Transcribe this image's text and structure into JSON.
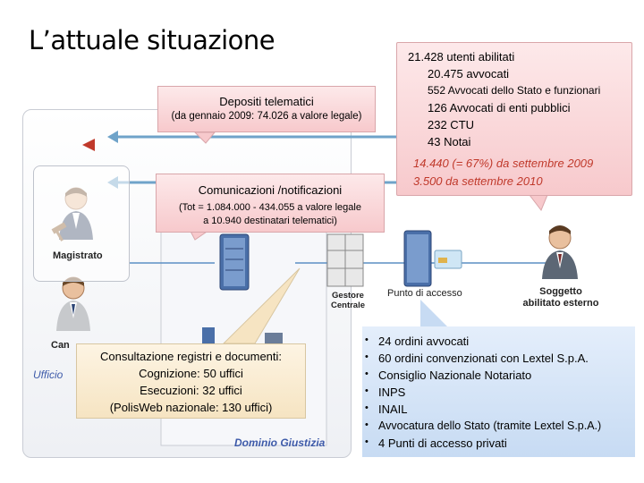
{
  "slide": {
    "title": "L’attuale situazione"
  },
  "domain": {
    "label": "Dominio Giustizia",
    "ufficio_label": "Ufficio"
  },
  "users": {
    "magistrato": "Magistrato",
    "cancelleria": "Can"
  },
  "depositi": {
    "line1": "Depositi telematici",
    "line2": "(da gennaio 2009: 74.026 a valore legale)"
  },
  "comunicazioni": {
    "line1": "Comunicazioni /notificazioni",
    "line2": "(Tot = 1.084.000 - 434.055 a valore legale",
    "line3": "a 10.940 destinatari telematici)"
  },
  "utenti": {
    "total": "21.428  utenti abilitati",
    "lines": [
      "20.475 avvocati",
      "552 Avvocati dello Stato e funzionari",
      "126 Avvocati di enti pubblici",
      "232 CTU",
      "43 Notai"
    ],
    "red1": "14.440  (= 67%) da settembre 2009",
    "red2": "3.500  da settembre 2010"
  },
  "consultazione": {
    "line1": "Consultazione registri e documenti:",
    "line2": "Cognizione: 50 uffici",
    "line3": "Esecuzioni: 32 uffici",
    "line4": "(PolisWeb nazionale: 130 uffici)"
  },
  "network": {
    "gestore_line1": "Gestore",
    "gestore_line2": "Centrale",
    "punto": "Punto di accesso",
    "soggetto_line1": "Soggetto",
    "soggetto_line2": "abilitato esterno"
  },
  "punti_accesso": [
    "24 ordini avvocati",
    "60 ordini convenzionati con Lextel S.p.A.",
    "Consiglio Nazionale Notariato",
    "INPS",
    "INAIL",
    "Avvocatura dello Stato (tramite Lextel S.p.A.)",
    "4 Punti di accesso privati"
  ],
  "colors": {
    "pink_callout": "#f7c9cc",
    "blue_box": "#c7dbf3",
    "beige_callout": "#f6e4c2",
    "domain_text": "#3d5aa9",
    "red_text": "#c0392b"
  }
}
